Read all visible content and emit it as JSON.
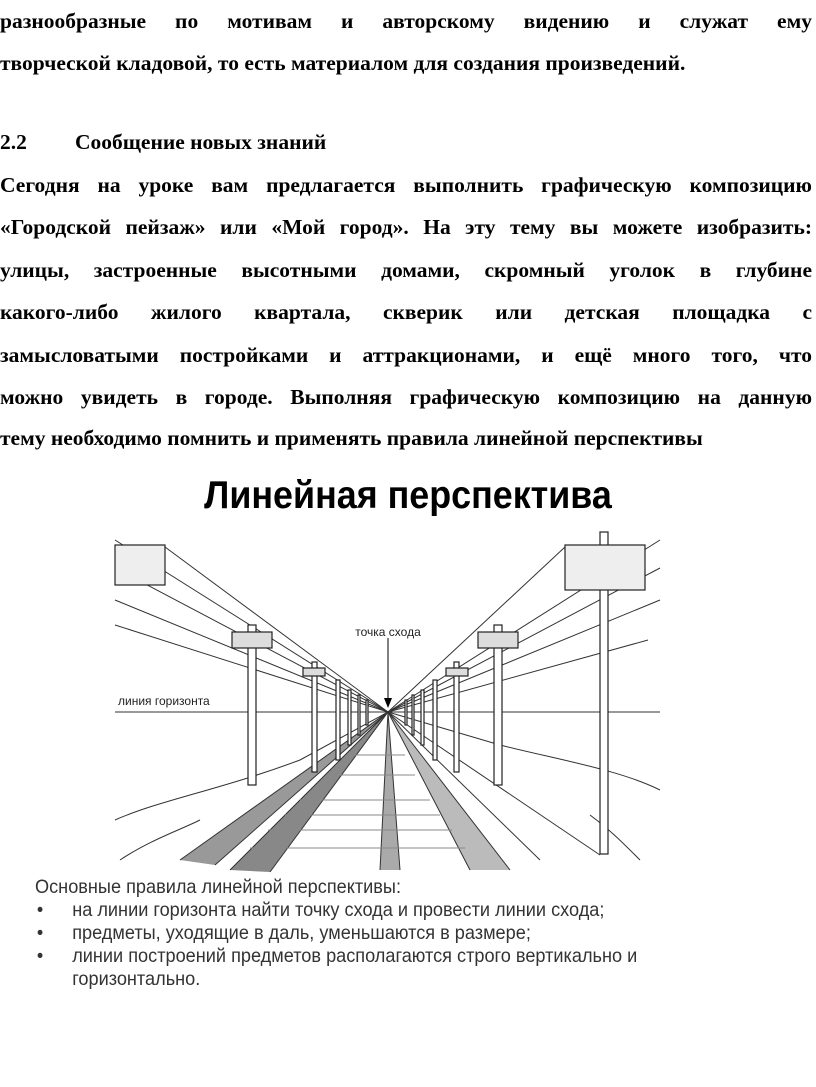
{
  "intro_lines": [
    "разнообразные по мотивам и авторскому видению и служат ему",
    "творческой кладовой, то есть материалом для создания произведений."
  ],
  "section": {
    "number": "2.2",
    "title": "Сообщение новых знаний"
  },
  "paragraph_lines": [
    "Сегодня на уроке вам предлагается выполнить графическую композицию",
    "«Городской пейзаж» или «Мой город». На эту тему вы можете изобразить:",
    "улицы, застроенные высотными домами, скромный уголок в глубине",
    "какого-либо жилого квартала, скверик или детская площадка с",
    "замысловатыми постройками и аттракционами, и ещё много того, что",
    "можно увидеть в городе. Выполняя графическую композицию на данную",
    "тему необходимо помнить и применять правила линейной перспективы"
  ],
  "figure": {
    "title": "Линейная перспектива",
    "label_vanishing_point": "точка схода",
    "label_horizon": "линия горизонта",
    "rules_heading": "Основные правила линейной перспективы:",
    "rules": [
      "на линии горизонта найти точку схода и провести линии схода;",
      "предметы, уходящие в даль, уменьшаются в размере;",
      "линии построений предметов располагаются строго вертикально и горизонтально."
    ]
  }
}
